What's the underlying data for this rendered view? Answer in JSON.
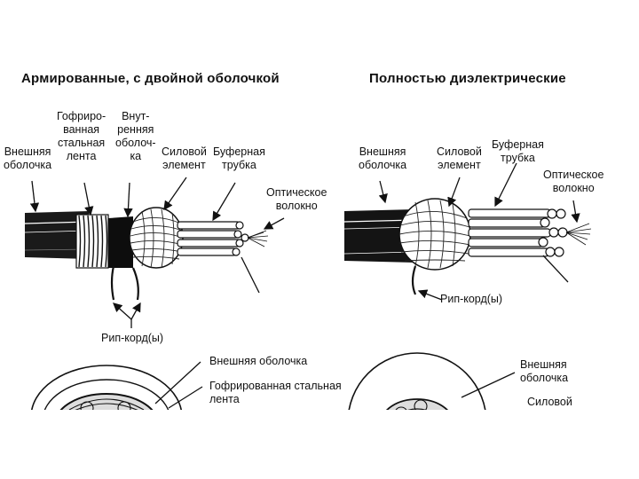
{
  "panels": {
    "armored": {
      "title": "Армированные, с двойной оболочкой",
      "labels": {
        "outer_jacket": "Внешняя\nоболочка",
        "corrugated_tape": "Гофриро-\nванная\nстальная\nлента",
        "inner_jacket": "Внут-\nренняя\nоболоч-\nка",
        "strength_member": "Силовой\nэлемент",
        "buffer_tube": "Буферная\nтрубка",
        "optical_fiber": "Оптическое\nволокно",
        "ripcord": "Рип-корд(ы)"
      },
      "cross_section": {
        "outer_jacket": "Внешняя оболочка",
        "corrugated_tape": "Гофрированная стальная\nлента"
      }
    },
    "dielectric": {
      "title": "Полностью диэлектрические",
      "labels": {
        "outer_jacket": "Внешняя\nоболочка",
        "strength_member": "Силовой\nэлемент",
        "buffer_tube": "Буферная\nтрубка",
        "optical_fiber": "Оптическое\nволокно",
        "ripcord": "Рип-корд(ы)"
      },
      "cross_section": {
        "outer_jacket": "Внешняя\nоболочка",
        "strength_member": "Силовой"
      }
    }
  }
}
